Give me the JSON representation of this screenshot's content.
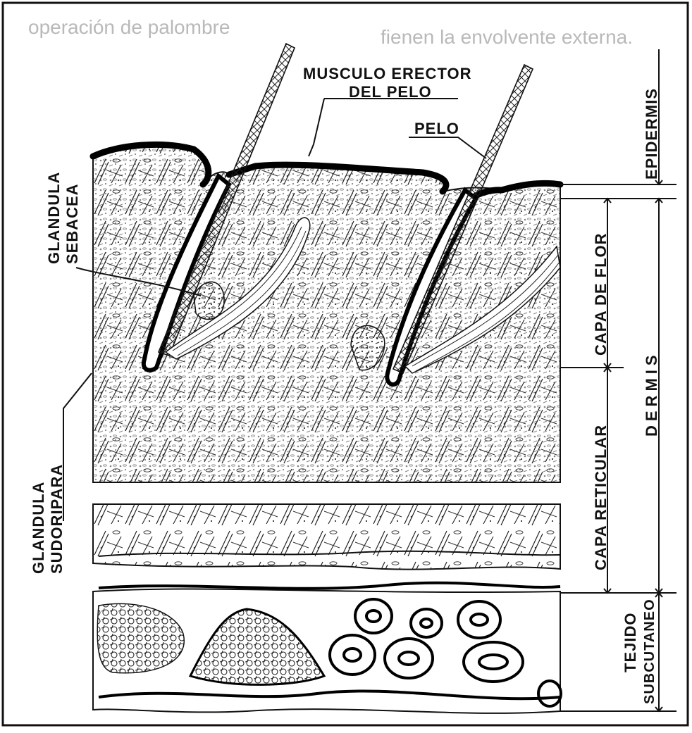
{
  "background_text": {
    "line1": "operación de palombre",
    "line2": "fienen la envolvente externa."
  },
  "labels": {
    "musculo_line1": "MUSCULO ERECTOR",
    "musculo_line2": "DEL PELO",
    "pelo": "PELO",
    "glandula_sebacea_line1": "GLANDULA",
    "glandula_sebacea_line2": "SEBACEA",
    "glandula_sudoripara_line1": "GLANDULA",
    "glandula_sudoripara_line2": "SUDORIPARA",
    "capa_de_flor": "CAPA DE FLOR",
    "capa_reticular": "CAPA RETICULAR",
    "epidermis": "EPIDERMIS",
    "dermis": "DERMIS",
    "tejido_line1": "TEJIDO",
    "tejido_line2": "SUBCUTANEO"
  },
  "colors": {
    "ink": "#111111",
    "paper": "#ffffff",
    "ghost_text": "#b9b9b9"
  }
}
